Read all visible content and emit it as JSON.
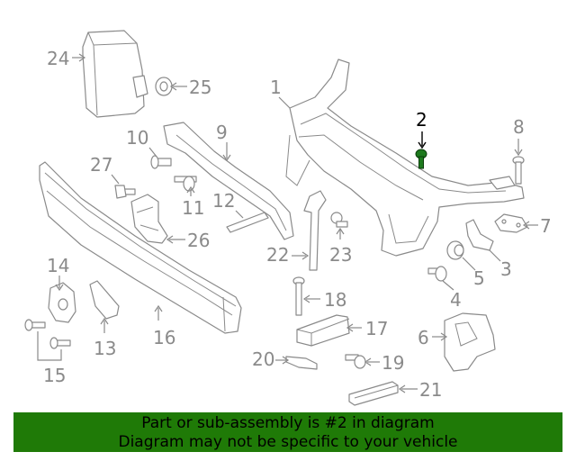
{
  "diagram": {
    "highlighted_part": "2",
    "colors": {
      "line": "#8a8a8a",
      "highlight": "#1e7a1e",
      "banner": "#1f7a07"
    },
    "labels": {
      "p1": "1",
      "p2": "2",
      "p3": "3",
      "p4": "4",
      "p5": "5",
      "p6": "6",
      "p7": "7",
      "p8": "8",
      "p9": "9",
      "p10": "10",
      "p11": "11",
      "p12": "12",
      "p13": "13",
      "p14": "14",
      "p15": "15",
      "p16": "16",
      "p17": "17",
      "p18": "18",
      "p19": "19",
      "p20": "20",
      "p21": "21",
      "p22": "22",
      "p23": "23",
      "p24": "24",
      "p25": "25",
      "p26": "26",
      "p27": "27"
    }
  },
  "banner": {
    "line1": "Part or sub-assembly is #2 in diagram",
    "line2": "Diagram may not be specific to your vehicle"
  }
}
